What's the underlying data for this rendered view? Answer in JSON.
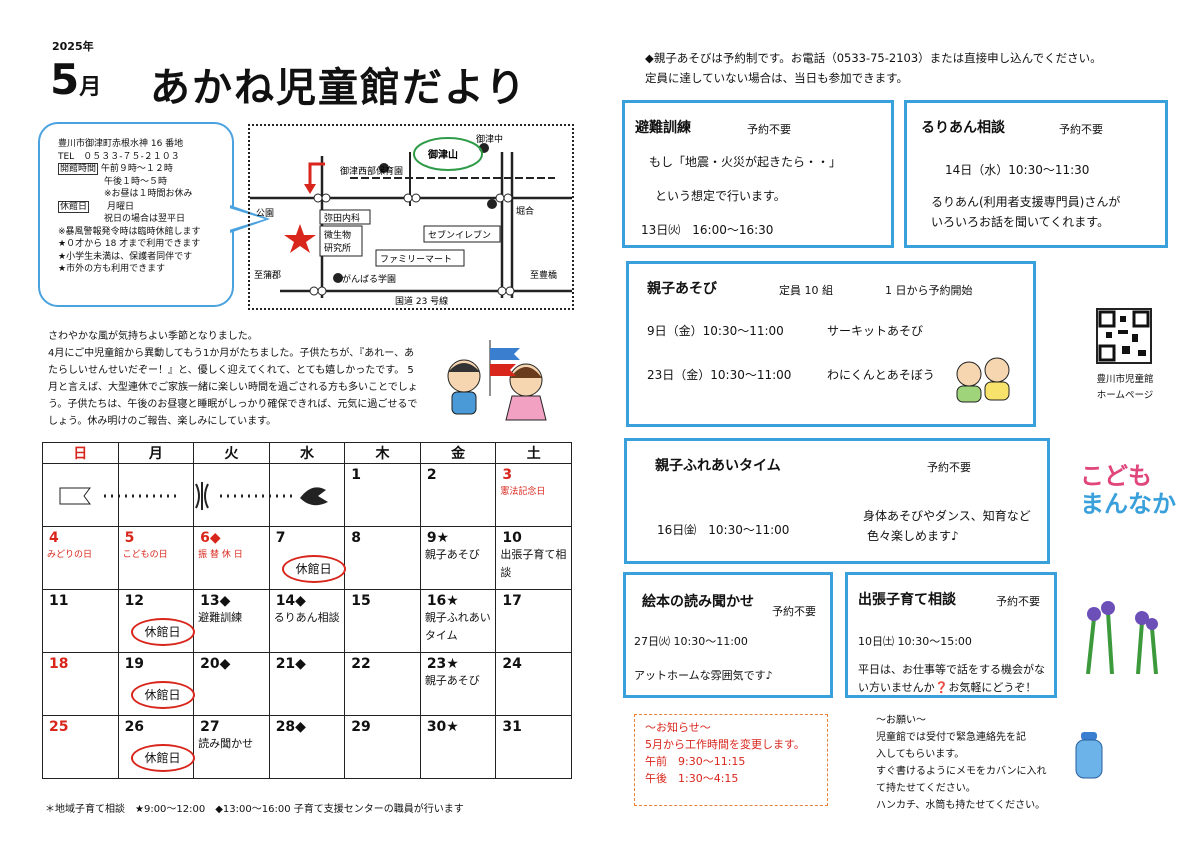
{
  "header": {
    "year": "2025年",
    "month": "5",
    "month_suffix": "月",
    "title": "あかね児童館だより"
  },
  "info": {
    "address": "豊川市御津町赤根水神 16 番地",
    "tel": "TEL　０５３３-７５-２１０３",
    "hours_label": "開館時間",
    "hours_am": "午前９時～１２時",
    "hours_pm": "午後１時～５時",
    "hours_note": "※お昼は１時間お休み",
    "closed_label": "休館日",
    "closed_day": "月曜日",
    "closed_note": "祝日の場合は翌平日",
    "rule1": "※暴風警報発令時は臨時休館します",
    "rule2": "★０才から 18 才まで利用できます",
    "rule3": "★小学生未満は、保護者同伴です",
    "rule4": "★市外の方も利用できます"
  },
  "map": {
    "labels": {
      "mitsuchu": "御津中",
      "mitsuyama": "御津山",
      "nursery": "御津西部保育園",
      "park": "公園",
      "clinic": "弥田内科",
      "lab1": "微生物",
      "lab2": "研究所",
      "seven": "セブンイレブン",
      "family": "ファミリーマート",
      "horiai": "堀合",
      "gamba": "がんばる学園",
      "kamagori": "至蒲郡",
      "toyohashi": "至豊橋",
      "route": "国道 23 号線"
    }
  },
  "intro": "さわやかな風が気持ちよい季節となりました。\n4月にご中児童館から異動してもう1か月がたちました。子供たちが、『あれー、あたらしいせんせいだぞー！』と、優しく迎えてくれて、とても嬉しかったです。 5月と言えば、大型連休でご家族一緒に楽しい時間を過ごされる方も多いことでしょう。子供たちは、午後のお昼寝と睡眠がしっかり確保できれば、元気に過ごせるでしょう。休み明けのご報告、楽しみにしています。",
  "calendar": {
    "weekdays": [
      "日",
      "月",
      "火",
      "水",
      "木",
      "金",
      "土"
    ],
    "rows": [
      [
        {
          "d": ""
        },
        {
          "d": ""
        },
        {
          "d": ""
        },
        {
          "d": ""
        },
        {
          "d": "1"
        },
        {
          "d": "2"
        },
        {
          "d": "3",
          "red": true,
          "ev": "憲法記念日",
          "small": true
        }
      ],
      [
        {
          "d": "4",
          "red": true,
          "ev": "みどりの日",
          "small": true
        },
        {
          "d": "5",
          "red": true,
          "ev": "こどもの日",
          "small": true
        },
        {
          "d": "6◆",
          "red": true,
          "ev": "振 替 休 日",
          "small": true
        },
        {
          "d": "7",
          "oval": "休館日"
        },
        {
          "d": "8"
        },
        {
          "d": "9★",
          "ev": "親子あそび"
        },
        {
          "d": "10",
          "ev": "出張子育て相談"
        }
      ],
      [
        {
          "d": "11"
        },
        {
          "d": "12",
          "oval": "休館日"
        },
        {
          "d": "13◆",
          "ev": "避難訓練"
        },
        {
          "d": "14◆",
          "ev": "るりあん相談"
        },
        {
          "d": "15"
        },
        {
          "d": "16★",
          "ev": "親子ふれあいタイム"
        },
        {
          "d": "17"
        }
      ],
      [
        {
          "d": "18",
          "red": true
        },
        {
          "d": "19",
          "oval": "休館日"
        },
        {
          "d": "20◆"
        },
        {
          "d": "21◆"
        },
        {
          "d": "22"
        },
        {
          "d": "23★",
          "ev": "親子あそび"
        },
        {
          "d": "24"
        }
      ],
      [
        {
          "d": "25",
          "red": true
        },
        {
          "d": "26",
          "oval": "休館日"
        },
        {
          "d": "27",
          "ev": "読み聞かせ"
        },
        {
          "d": "28◆"
        },
        {
          "d": "29"
        },
        {
          "d": "30★"
        },
        {
          "d": "31"
        }
      ]
    ]
  },
  "footer": "＊地域子育て相談　★9:00～12:00　◆13:00～16:00 子育て支援センターの職員が行います",
  "notice_top": [
    "◆親子あそびは予約制です。お電話（0533-75-2103）または直接申し込んでください。",
    "定員に達していない場合は、当日も参加できます。"
  ],
  "events": {
    "hinan": {
      "title": "避難訓練",
      "tag": "予約不要",
      "line1": "もし「地震・火災が起きたら・・」",
      "line2": "という想定で行います。",
      "time": "13日㈫　16:00～16:30"
    },
    "rurian": {
      "title": "るりあん相談",
      "tag": "予約不要",
      "time": "14日（水）10:30～11:30",
      "desc1": "るりあん(利用者支援専門員)さんが",
      "desc2": "いろいろお話を聞いてくれます。"
    },
    "oyako": {
      "title": "親子あそび",
      "cap": "定員 10 組",
      "start": "1 日から予約開始",
      "s1_time": "9日（金）10:30～11:00",
      "s1_name": "サーキットあそび",
      "s2_time": "23日（金）10:30～11:00",
      "s2_name": "わにくんとあそぼう"
    },
    "fureai": {
      "title": "親子ふれあいタイム",
      "tag": "予約不要",
      "time": "16日㈮　10:30～11:00",
      "desc1": "身体あそびやダンス、知育など",
      "desc2": "色々楽しめます♪"
    },
    "ehon": {
      "title": "絵本の読み聞かせ",
      "tag": "予約不要",
      "time": "27日㈫ 10:30～11:00",
      "desc": "アットホームな雰囲気です♪"
    },
    "shucho": {
      "title": "出張子育て相談",
      "tag": "予約不要",
      "time": "10日㈯ 10:30～15:00",
      "desc1": "平日は、お仕事等で話をする機会がな",
      "desc2": "い方いませんか❓お気軽にどうぞ！"
    }
  },
  "notice_box": {
    "l1": "～お知らせ～",
    "l2": "5月から工作時間を変更します。",
    "l3": "午前　9:30～11:15",
    "l4": "午後　1:30～4:15"
  },
  "onegai": {
    "l1": "～お願い～",
    "l2": "児童館では受付で緊急連絡先を記",
    "l3": "入してもらいます。",
    "l4": "すぐ書けるようにメモをカバンに入れ",
    "l5": "て持たせてください。",
    "l6": "ハンカチ、水筒も持たせてください。"
  },
  "qr_caption": {
    "l1": "豊川市児童館",
    "l2": "ホームページ"
  },
  "logo": {
    "l1": "こども",
    "l2": "まんなか"
  },
  "colors": {
    "accent": "#3aa0dc",
    "red": "#d9261c",
    "orange": "#e8813a"
  }
}
